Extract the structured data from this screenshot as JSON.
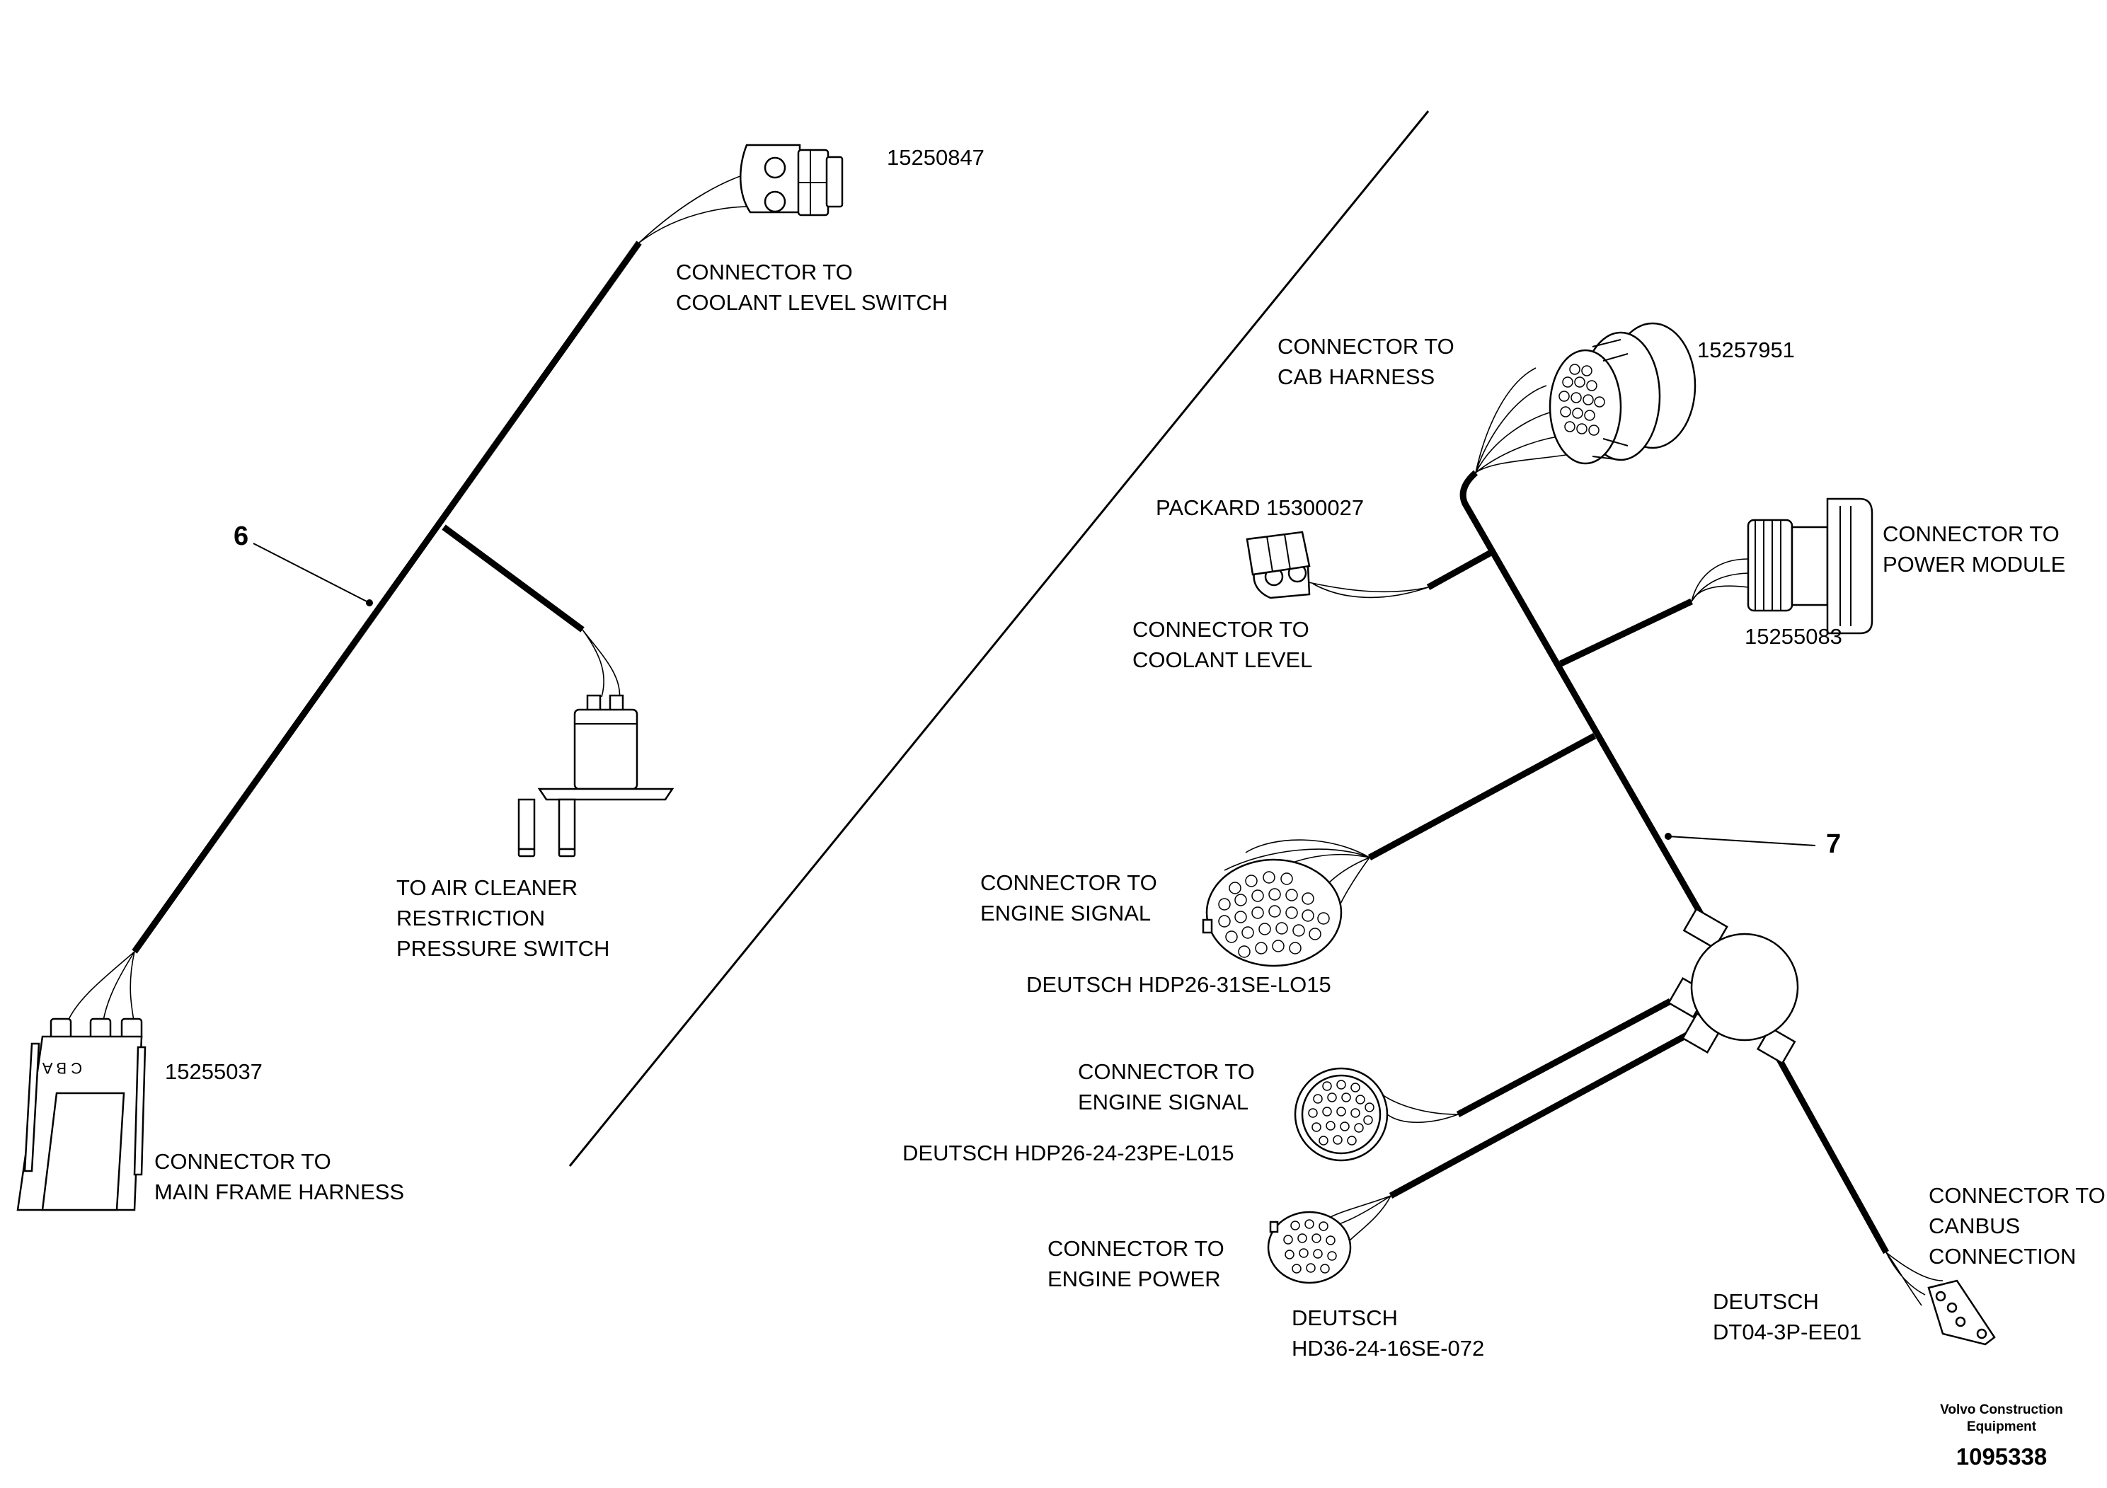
{
  "harness_6": {
    "callout": "6",
    "coolant_switch": {
      "part_no": "15250847",
      "label_lines": [
        "CONNECTOR TO",
        "COOLANT LEVEL SWITCH"
      ]
    },
    "air_cleaner": {
      "label_lines": [
        "TO AIR CLEANER",
        "RESTRICTION",
        "PRESSURE SWITCH"
      ]
    },
    "main_frame": {
      "part_no": "15255037",
      "pin_letters": "C B A",
      "label_lines": [
        "CONNECTOR TO",
        "MAIN FRAME HARNESS"
      ]
    }
  },
  "harness_7": {
    "callout": "7",
    "cab": {
      "part_no": "15257951",
      "label_lines": [
        "CONNECTOR TO",
        "CAB HARNESS"
      ]
    },
    "coolant_level": {
      "part_label": "PACKARD 15300027",
      "label_lines": [
        "CONNECTOR TO",
        "COOLANT LEVEL"
      ]
    },
    "power_module": {
      "part_no": "15255083",
      "label_lines": [
        "CONNECTOR TO",
        "POWER MODULE"
      ]
    },
    "engine_signal_1": {
      "label_lines": [
        "CONNECTOR TO",
        "ENGINE SIGNAL"
      ],
      "part_label": "DEUTSCH HDP26-31SE-LO15"
    },
    "engine_signal_2": {
      "label_lines": [
        "CONNECTOR TO",
        "ENGINE SIGNAL"
      ],
      "part_label": "DEUTSCH HDP26-24-23PE-L015"
    },
    "engine_power": {
      "label_lines": [
        "CONNECTOR TO",
        "ENGINE POWER"
      ],
      "part_lines": [
        "DEUTSCH",
        "HD36-24-16SE-072"
      ]
    },
    "canbus": {
      "label_lines": [
        "CONNECTOR TO",
        "CANBUS",
        "CONNECTION"
      ],
      "part_lines": [
        "DEUTSCH",
        "DT04-3P-EE01"
      ]
    }
  },
  "footer": {
    "brand_lines": [
      "Volvo Construction",
      "Equipment"
    ],
    "drawing_no": "1095338"
  }
}
